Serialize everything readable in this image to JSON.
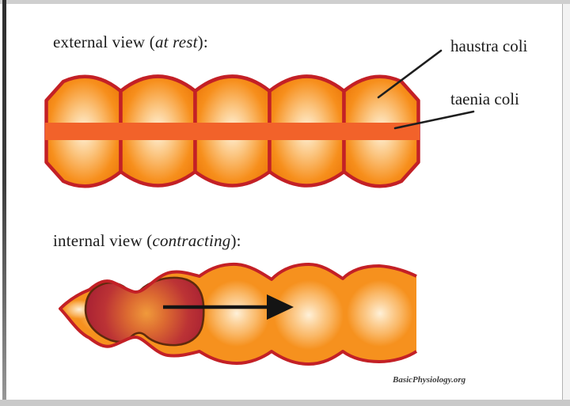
{
  "page": {
    "attribution": "BasicPhysiology.org"
  },
  "colors": {
    "outline_red": "#C32026",
    "fill_orange": "#F6911E",
    "taenia_band_orange": "#F2622A",
    "lumen_outline_brown": "#5F2A0C",
    "arrow_black": "#141414",
    "pointer_line_black": "#1e1e1e",
    "highlight_cream": "#FFF4DC",
    "text_black": "#1c1c1c"
  },
  "external_view": {
    "title_prefix": "external view (",
    "title_italic": "at rest",
    "title_suffix": "):",
    "haustra_count": 5,
    "labels": {
      "haustra": "haustra coli",
      "taenia": "taenia coli"
    }
  },
  "internal_view": {
    "title_prefix": "internal view (",
    "title_italic": "contracting",
    "title_suffix": "):"
  }
}
